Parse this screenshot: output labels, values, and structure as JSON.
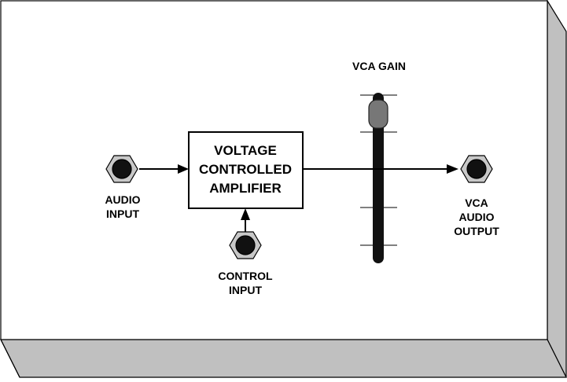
{
  "vca_block": {
    "line1": "VOLTAGE",
    "line2": "CONTROLLED",
    "line3": "AMPLIFIER"
  },
  "audio_input": {
    "line1": "AUDIO",
    "line2": "INPUT"
  },
  "control_input": {
    "line1": "CONTROL",
    "line2": "INPUT"
  },
  "vca_audio_output": {
    "line1": "VCA",
    "line2": "AUDIO",
    "line3": "OUTPUT"
  },
  "gain_slider": {
    "label": "VCA GAIN",
    "level": 0.95
  },
  "colors": {
    "panel_side": "#c0c0c0",
    "jack_nut": "#c8c8c8",
    "jack_hole": "#111111",
    "slider_track": "#111111",
    "slider_knob": "#777777"
  }
}
